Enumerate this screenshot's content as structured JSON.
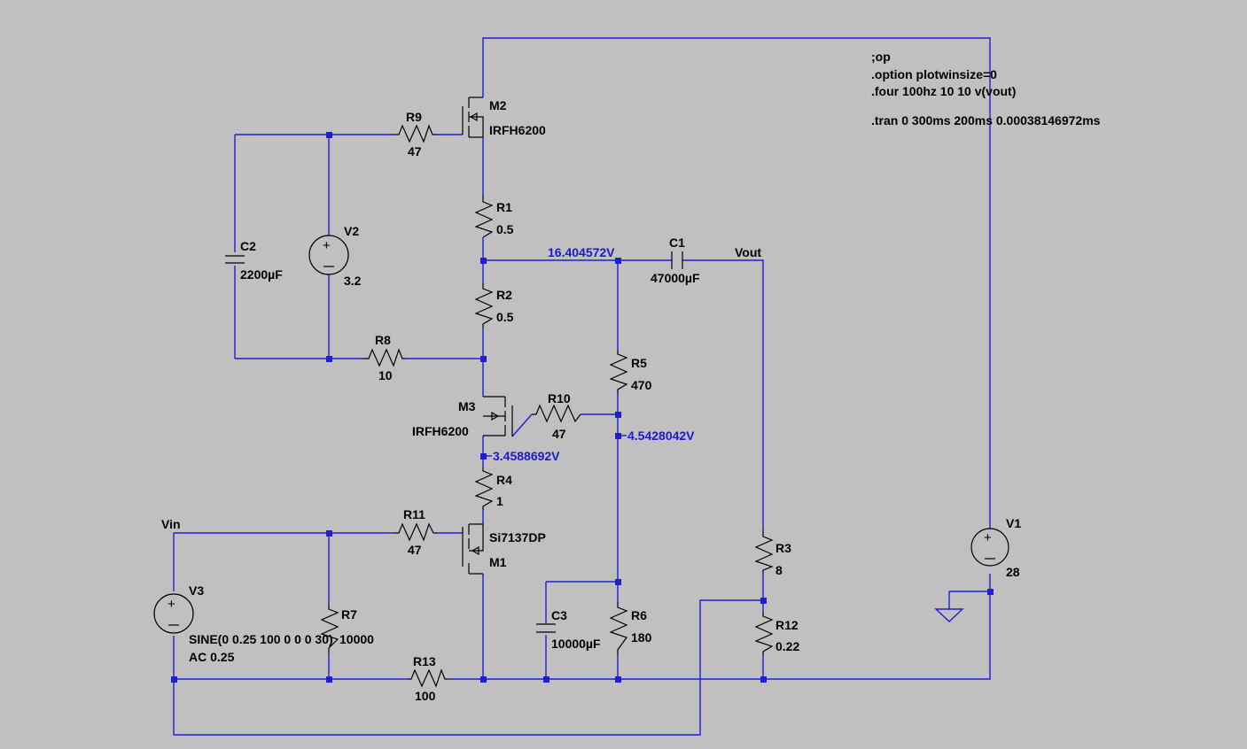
{
  "colors": {
    "background": "#c0c0c0",
    "wire": "#1f1fd0",
    "component": "#000000",
    "voltage_label": "#1a1acc"
  },
  "directives": [
    ";op",
    ".option plotwinsize=0",
    ".four 100hz 10 10 v(vout)",
    ".tran 0 300ms 200ms 0.00038146972ms"
  ],
  "nets": {
    "vout": "Vout",
    "vin": "Vin"
  },
  "voltages": {
    "node_a": "16.404572V",
    "node_b": "4.5428042V",
    "node_c": "3.4588692V"
  },
  "components": {
    "M2": {
      "name": "M2",
      "model": "IRFH6200"
    },
    "M3": {
      "name": "M3",
      "model": "IRFH6200"
    },
    "M1": {
      "name": "M1",
      "model": "Si7137DP"
    },
    "R1": {
      "name": "R1",
      "value": "0.5"
    },
    "R2": {
      "name": "R2",
      "value": "0.5"
    },
    "R3": {
      "name": "R3",
      "value": "8"
    },
    "R4": {
      "name": "R4",
      "value": "1"
    },
    "R5": {
      "name": "R5",
      "value": "470"
    },
    "R6": {
      "name": "R6",
      "value": "180"
    },
    "R7": {
      "name": "R7",
      "value": "10000"
    },
    "R8": {
      "name": "R8",
      "value": "10"
    },
    "R9": {
      "name": "R9",
      "value": "47"
    },
    "R10": {
      "name": "R10",
      "value": "47"
    },
    "R11": {
      "name": "R11",
      "value": "47"
    },
    "R12": {
      "name": "R12",
      "value": "0.22"
    },
    "R13": {
      "name": "R13",
      "value": "100"
    },
    "C1": {
      "name": "C1",
      "value": "47000µF"
    },
    "C2": {
      "name": "C2",
      "value": "2200µF"
    },
    "C3": {
      "name": "C3",
      "value": "10000µF"
    },
    "V1": {
      "name": "V1",
      "value": "28"
    },
    "V2": {
      "name": "V2",
      "value": "3.2"
    },
    "V3": {
      "name": "V3",
      "value": "SINE(0 0.25 100 0 0 0 30)",
      "value2": "AC 0.25"
    }
  }
}
